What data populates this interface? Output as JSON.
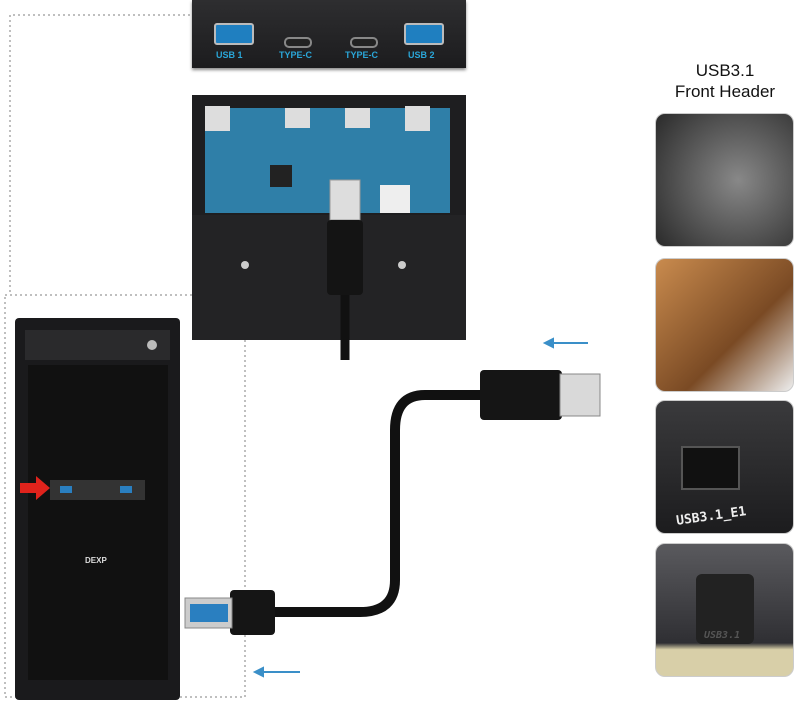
{
  "front_panel": {
    "ports": [
      {
        "label": "USB 1",
        "type": "usb-a"
      },
      {
        "label": "TYPE-C",
        "type": "usb-c"
      },
      {
        "label": "TYPE-C",
        "type": "usb-c"
      },
      {
        "label": "USB 2",
        "type": "usb-a"
      }
    ]
  },
  "header_title": {
    "line1": "USB3.1",
    "line2": "Front Header"
  },
  "photos": [
    {
      "label": ""
    },
    {
      "label": ""
    },
    {
      "label": "USB3.1_E1"
    },
    {
      "label": "USB3.1"
    }
  ],
  "case": {
    "brand": "DEXP"
  },
  "colors": {
    "port_label": "#2aa6d8",
    "arrow_blue": "#3a8fc8",
    "arrow_red": "#e0231c",
    "pcb": "#2f7fa8"
  }
}
